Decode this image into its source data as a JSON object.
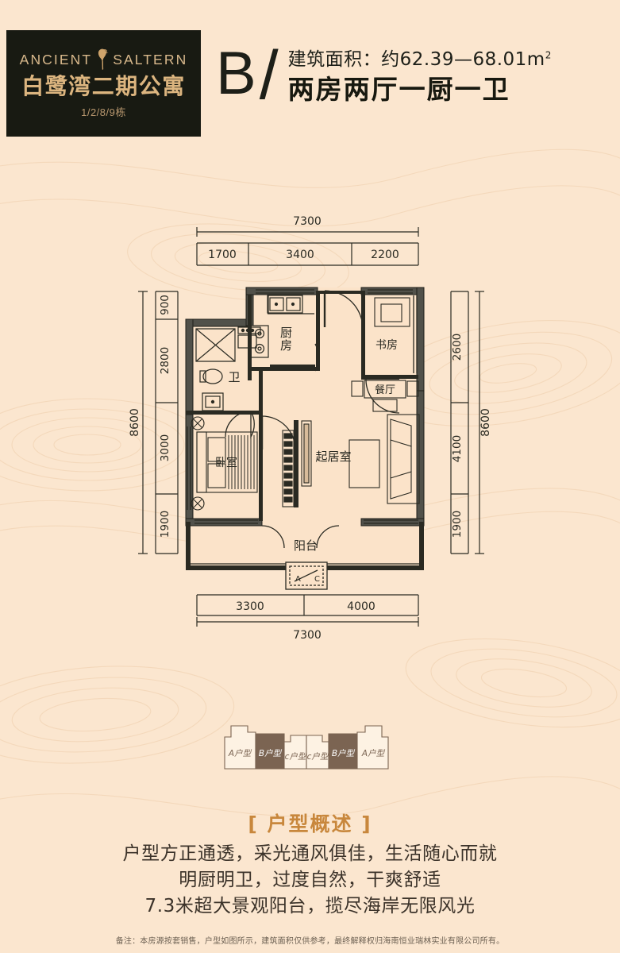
{
  "brand": {
    "en_name": "ANCIENT SALTERN",
    "en_part1": "ANCIENT",
    "en_part2": "SALTERN",
    "cn_name": "白鹭湾二期公寓",
    "buildings": "1/2/8/9栋",
    "logo_icon": "egret-crane-icon",
    "box_color": "#181a12",
    "gold_color": "#dcb57f"
  },
  "header": {
    "unit_letter": "B",
    "separator": "/",
    "area_label": "建筑面积：约62.39—68.01m",
    "area_unit_sup": "2",
    "room_layout": "两房两厅一厨一卫"
  },
  "floorplan": {
    "top_total": "7300",
    "top_segments": [
      "1700",
      "3400",
      "2200"
    ],
    "left_total": "8600",
    "left_segments": [
      "900",
      "2800",
      "3000",
      "1900"
    ],
    "right_total": "8600",
    "right_segments": [
      "2600",
      "4100",
      "1900"
    ],
    "bottom_total": "7300",
    "bottom_segments": [
      "3300",
      "4000"
    ],
    "rooms": [
      {
        "id": "kitchen",
        "label": "厨房"
      },
      {
        "id": "bathroom",
        "label": "卫"
      },
      {
        "id": "study",
        "label": "书房"
      },
      {
        "id": "dining",
        "label": "餐厅"
      },
      {
        "id": "bedroom",
        "label": "卧室"
      },
      {
        "id": "living",
        "label": "起居室"
      },
      {
        "id": "balcony",
        "label": "阳台"
      }
    ],
    "ac_label_a": "A",
    "ac_label_c": "C",
    "wall_color": "#2a2a22",
    "floor_fill": "#fbe3c9"
  },
  "keyplan": {
    "units": [
      {
        "label": "A户型",
        "highlight": false
      },
      {
        "label": "B户型",
        "highlight": true
      },
      {
        "label": "c户型",
        "highlight": false
      },
      {
        "label": "c户型",
        "highlight": false
      },
      {
        "label": "B户型",
        "highlight": true
      },
      {
        "label": "A户型",
        "highlight": false
      }
    ],
    "highlight_color": "#7b6452",
    "plain_color": "#fdf2e3"
  },
  "description": {
    "title": "[ 户型概述 ]",
    "lines": [
      "户型方正通透，采光通风俱佳，生活随心而就",
      "明厨明卫，过度自然，干爽舒适",
      "7.3米超大景观阳台，揽尽海岸无限风光"
    ]
  },
  "footnote": {
    "text": "备注：本房源按套销售，户型如图所示，建筑面积仅供参考，最终解释权归海南恒业瑞林实业有限公司所有。"
  }
}
